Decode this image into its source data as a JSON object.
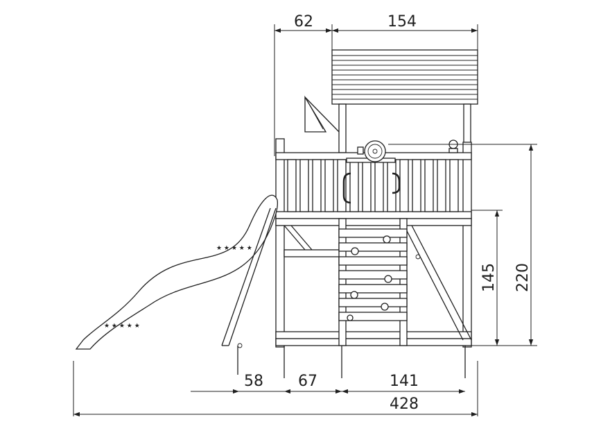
{
  "dimensions": {
    "top_left": "62",
    "top_right": "154",
    "height_platform": "145",
    "height_total": "220",
    "bottom_slide": "58",
    "bottom_ladder": "67",
    "bottom_base": "141",
    "total_width": "428"
  },
  "colors": {
    "line": "#1e1e1e",
    "background": "#ffffff"
  }
}
